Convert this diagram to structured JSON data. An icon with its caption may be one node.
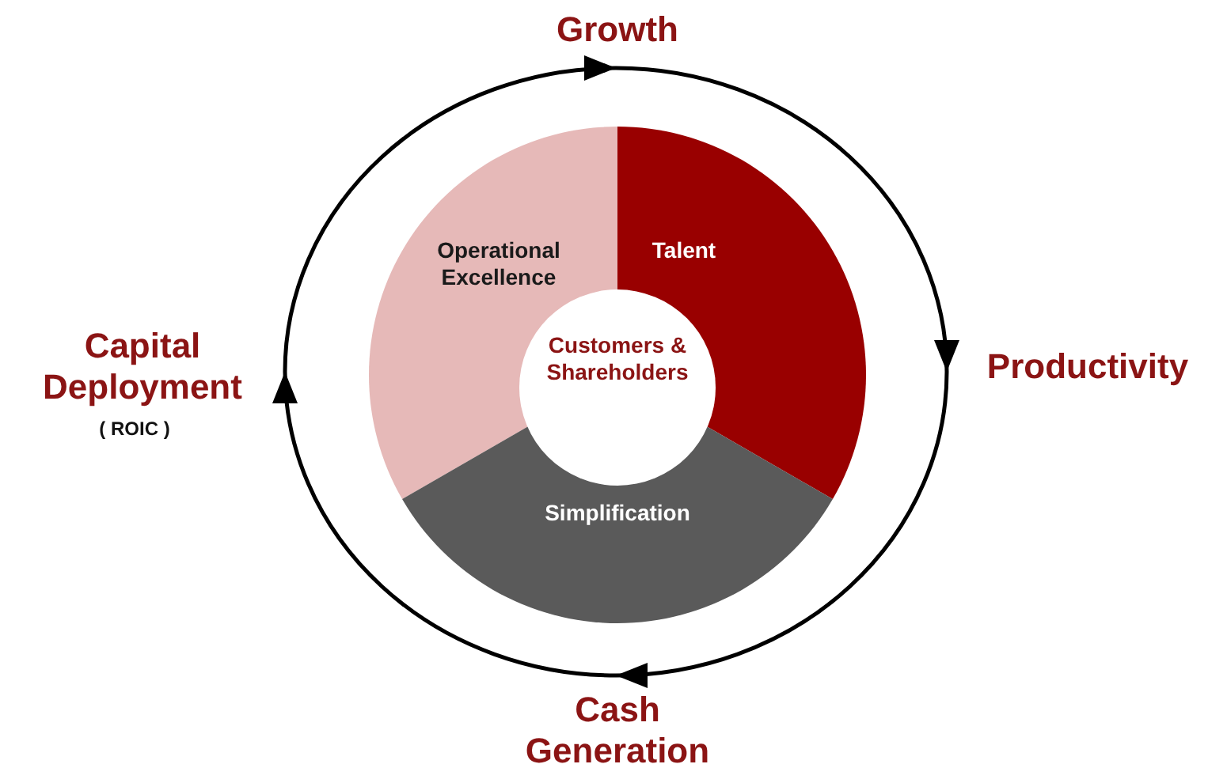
{
  "diagram": {
    "nodes": [
      {
        "text": [
          "Growth"
        ]
      },
      {
        "text": [
          "Operational Excellence"
        ]
      },
      {
        "text": [
          "Talent"
        ]
      },
      {
        "text": [
          "Capital Deployment",
          "( ROIC )"
        ]
      },
      {
        "text": [
          "Customers & Shareholders"
        ]
      },
      {
        "text": [
          "Productivity"
        ]
      },
      {
        "text": [
          "Simplification"
        ]
      },
      {
        "text": [
          "Cash Generation"
        ]
      }
    ],
    "edges": [
      {
        "from": 3,
        "to": 0,
        "arrow": "to"
      },
      {
        "from": 0,
        "to": 5,
        "arrow": "to"
      },
      {
        "from": 5,
        "to": 7,
        "arrow": "to"
      },
      {
        "from": 7,
        "to": 3,
        "arrow": "to"
      }
    ]
  }
}
